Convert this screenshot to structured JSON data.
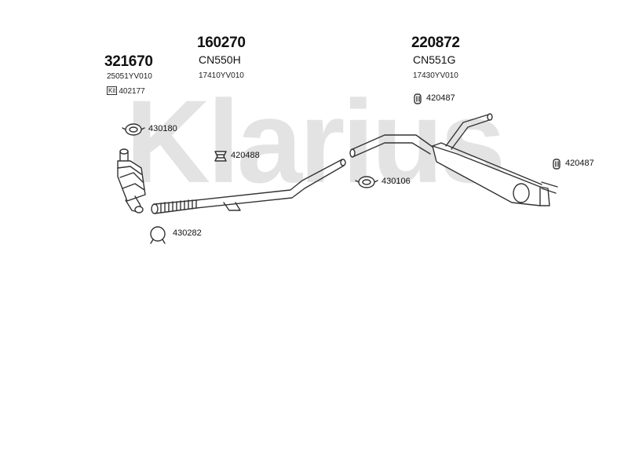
{
  "watermark": {
    "text": "Klarius"
  },
  "parts": [
    {
      "part_number": "321670",
      "ref": "",
      "oem": "25051YV010",
      "kit_label": "Kit",
      "kit_number": "402177"
    },
    {
      "part_number": "160270",
      "ref": "CN550H",
      "oem": "17410YV010"
    },
    {
      "part_number": "220872",
      "ref": "CN551G",
      "oem": "17430YV010"
    }
  ],
  "accessories": [
    {
      "number": "430180",
      "icon": "clamp-ring-icon"
    },
    {
      "number": "420488",
      "icon": "rubber-mount-icon"
    },
    {
      "number": "420487",
      "icon": "hanger-rubber-icon"
    },
    {
      "number": "420487",
      "icon": "hanger-rubber-icon"
    },
    {
      "number": "430106",
      "icon": "clamp-ring-icon"
    },
    {
      "number": "430282",
      "icon": "band-clamp-icon"
    }
  ],
  "colors": {
    "watermark": "#e3e3e3",
    "line": "#333333",
    "text": "#111111"
  }
}
